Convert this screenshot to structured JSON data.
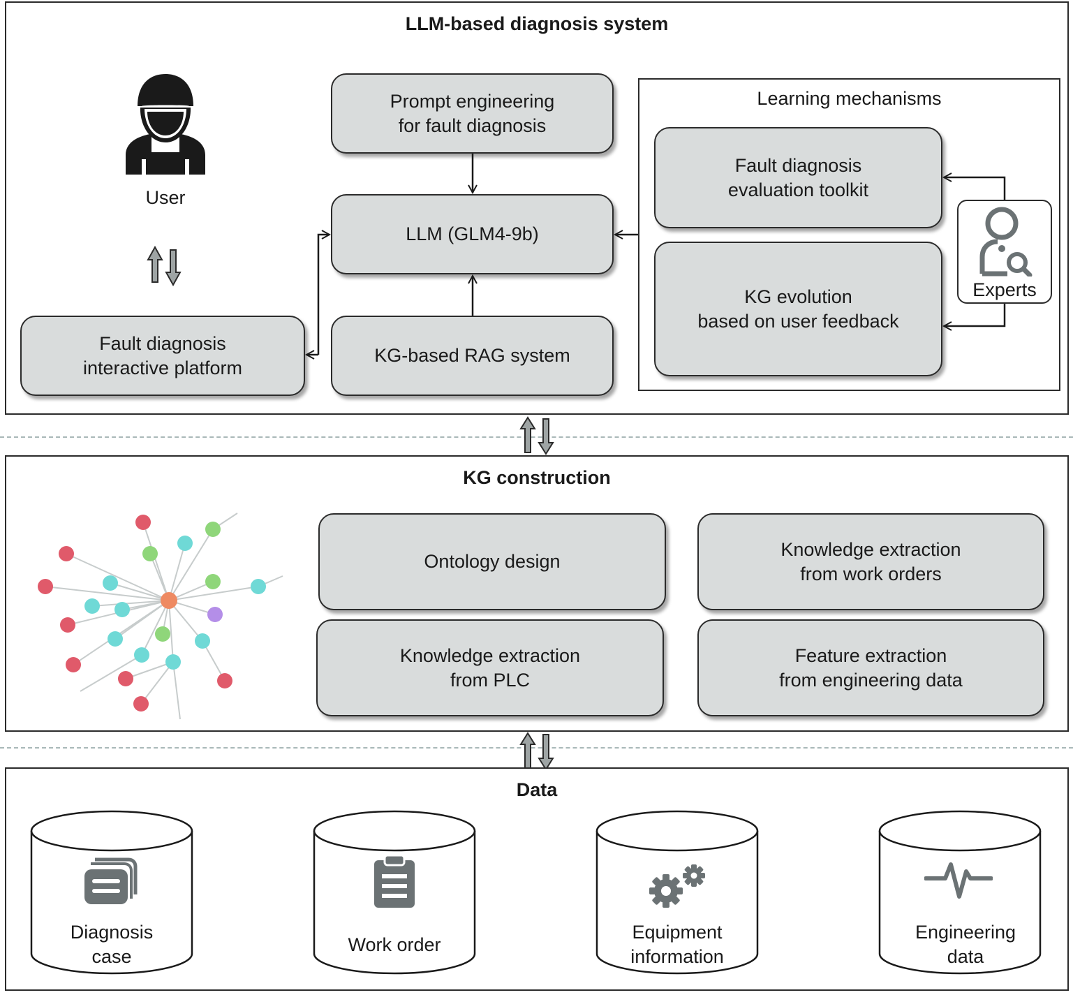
{
  "top": {
    "title": "LLM-based diagnosis system",
    "user_label": "User",
    "prompt_box": [
      "Prompt engineering",
      "for fault diagnosis"
    ],
    "llm_box": "LLM (GLM4-9b)",
    "rag_box": "KG-based RAG system",
    "platform_box": [
      "Fault diagnosis",
      "interactive platform"
    ],
    "learning": {
      "title": "Learning mechanisms",
      "toolkit_box": [
        "Fault diagnosis",
        "evaluation toolkit"
      ],
      "evolution_box": [
        "KG evolution",
        "based on user feedback"
      ],
      "experts_label": "Experts"
    }
  },
  "middle": {
    "title": "KG construction",
    "boxes": [
      [
        "Ontology design"
      ],
      [
        "Knowledge extraction",
        "from work orders"
      ],
      [
        "Knowledge extraction",
        "from PLC"
      ],
      [
        "Feature extraction",
        "from engineering data"
      ]
    ]
  },
  "bottom": {
    "title": "Data",
    "items": [
      {
        "lines": [
          "Diagnosis",
          "case"
        ],
        "icon": "diagnosis-case-icon"
      },
      {
        "lines": [
          "Work order"
        ],
        "icon": "clipboard-icon"
      },
      {
        "lines": [
          "Equipment",
          "information"
        ],
        "icon": "gears-icon"
      },
      {
        "lines": [
          "Engineering",
          "data"
        ],
        "icon": "pulse-icon"
      }
    ]
  },
  "colors": {
    "box_fill": "#d9dcdc",
    "node_red": "#e05a6a",
    "node_cyan": "#6fd9d6",
    "node_green": "#8fd67a",
    "node_orange": "#ee8a62",
    "node_purple": "#b48ee8",
    "icon_gray": "#6b7274"
  }
}
